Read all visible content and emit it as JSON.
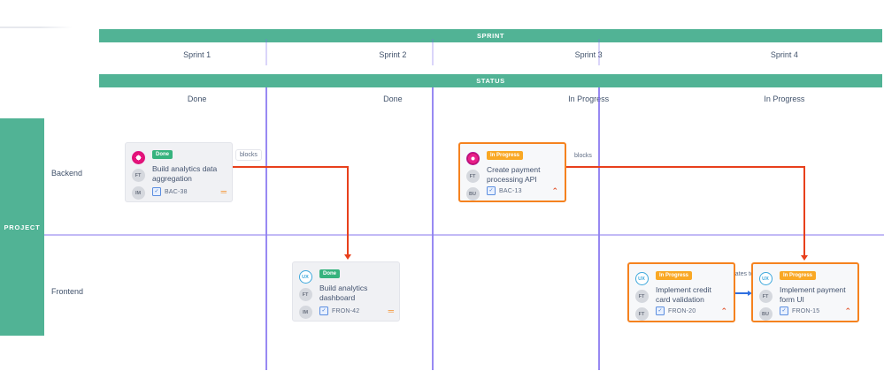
{
  "board": {
    "sprint_band_label": "SPRINT",
    "status_band_label": "STATUS",
    "project_band_label": "PROJECT",
    "columns": [
      {
        "sprint": "Sprint 1",
        "status": "Done"
      },
      {
        "sprint": "Sprint 2",
        "status": "Done"
      },
      {
        "sprint": "Sprint 3",
        "status": "In Progress"
      },
      {
        "sprint": "Sprint 4",
        "status": "In Progress"
      }
    ],
    "lanes": [
      {
        "label": "Backend"
      },
      {
        "label": "Frontend"
      }
    ],
    "colors": {
      "band_green": "#51b395",
      "grid_purple": "#7b68ee",
      "status_done": "#36b37e",
      "status_in_progress": "#f9a825",
      "card_border_active": "#f5821f",
      "link_blocks": "#e8401c",
      "link_relates": "#2f6fe0"
    }
  },
  "cards": [
    {
      "id": "bac-38",
      "status_label": "Done",
      "title": "Build analytics data aggregation",
      "key": "BAC-38",
      "key_icon": "task-checkbox-icon",
      "priority_icon": "priority-medium-icon",
      "priority_glyph": "=",
      "avatars": [
        "",
        "FT",
        "IM"
      ]
    },
    {
      "id": "bac-13",
      "status_label": "In Progress",
      "title": "Create payment processing API",
      "key": "BAC-13",
      "key_icon": "task-checkbox-icon",
      "priority_icon": "priority-high-icon",
      "priority_glyph": "^",
      "avatars": [
        "",
        "FT",
        "BU"
      ]
    },
    {
      "id": "fron-42",
      "status_label": "Done",
      "title": "Build analytics dashboard",
      "key": "FRON-42",
      "key_icon": "task-checkbox-icon",
      "priority_icon": "priority-medium-icon",
      "priority_glyph": "=",
      "avatars": [
        "UX",
        "FT",
        "IM"
      ]
    },
    {
      "id": "fron-20",
      "status_label": "In Progress",
      "title": "Implement credit card validation",
      "key": "FRON-20",
      "key_icon": "task-checkbox-icon",
      "priority_icon": "priority-high-icon",
      "priority_glyph": "^",
      "avatars": [
        "UX",
        "FT",
        "FT"
      ]
    },
    {
      "id": "fron-15",
      "status_label": "In Progress",
      "title": "Implement payment form UI",
      "key": "FRON-15",
      "key_icon": "task-checkbox-icon",
      "priority_icon": "priority-high-icon",
      "priority_glyph": "^",
      "avatars": [
        "UX",
        "FT",
        "BU"
      ]
    }
  ],
  "links": [
    {
      "id": "link-1",
      "label": "blocks",
      "from": "BAC-38",
      "to": "FRON-42",
      "color": "#e8401c"
    },
    {
      "id": "link-2",
      "label": "blocks",
      "from": "BAC-13",
      "to": "FRON-15",
      "color": "#e8401c"
    },
    {
      "id": "link-3",
      "label": "relates to",
      "from": "FRON-20",
      "to": "FRON-15",
      "color": "#2f6fe0"
    }
  ]
}
